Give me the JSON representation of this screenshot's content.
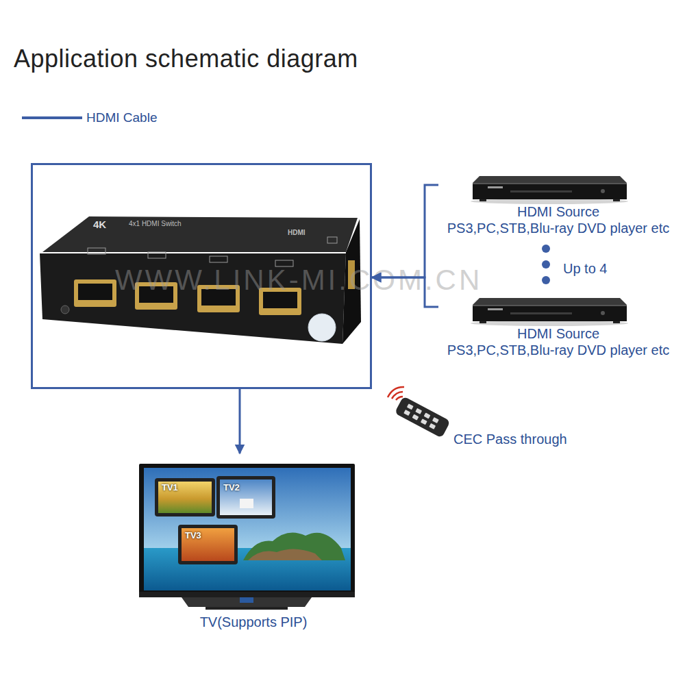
{
  "diagram": {
    "title": "Application schematic diagram",
    "nodes": [
      {
        "text": [
          "4K",
          "4x1 HDMI Switch",
          "HDMI"
        ]
      },
      {
        "text": [
          "HDMI Source",
          "PS3,PC,STB,Blu-ray DVD player etc"
        ]
      },
      {
        "text": [
          "HDMI Source",
          "PS3,PC,STB,Blu-ray DVD player etc"
        ]
      },
      {
        "text": [
          "TV(Supports PIP)"
        ]
      }
    ],
    "edges": [
      {
        "from": 1,
        "to": 0,
        "arrow": "to"
      },
      {
        "from": 2,
        "to": 0,
        "arrow": "to"
      },
      {
        "from": 0,
        "to": 3,
        "arrow": "to"
      }
    ],
    "labels": [
      "WWW.LINK-MI.COM.CN",
      "Up to 4",
      "CEC Pass through",
      "TV1",
      "TV2",
      "TV3"
    ],
    "legend": [
      {
        "text": "HDMI Cable"
      }
    ]
  }
}
